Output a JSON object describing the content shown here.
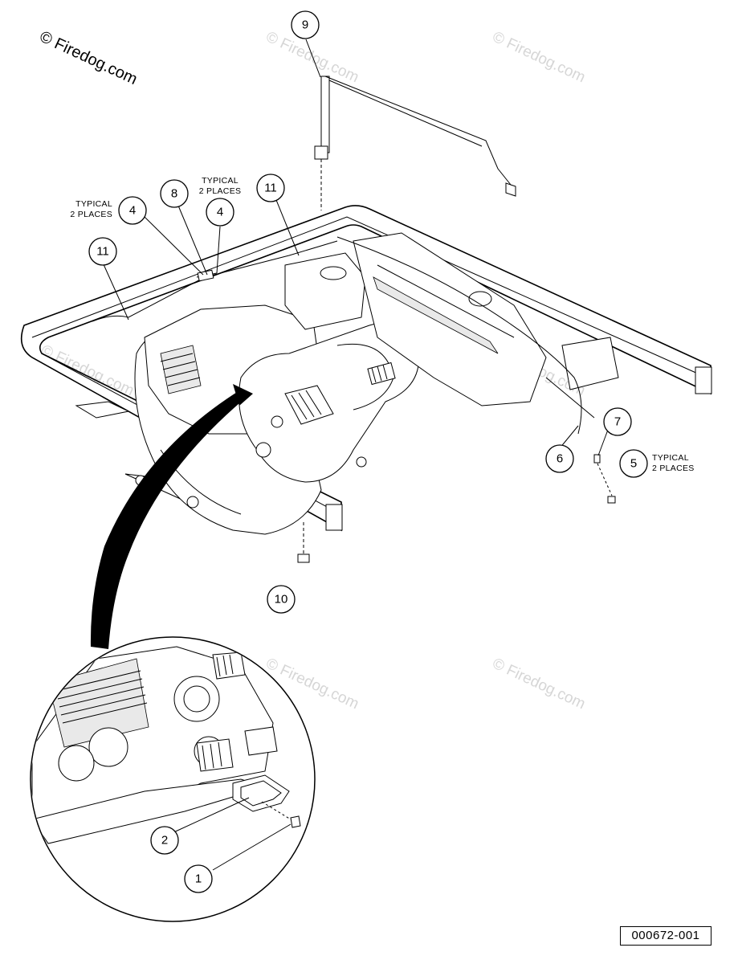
{
  "watermark": {
    "main": "© Firedog.com",
    "faint": "© Firedog.com"
  },
  "callouts": {
    "c1": "1",
    "c2": "2",
    "c4a": "4",
    "c4b": "4",
    "c5": "5",
    "c6": "6",
    "c7": "7",
    "c8": "8",
    "c9": "9",
    "c10": "10",
    "c11a": "11",
    "c11b": "11"
  },
  "notes": {
    "typical_left_line1": "TYPICAL",
    "typical_left_line2": "2 PLACES",
    "typical_center_line1": "TYPICAL",
    "typical_center_line2": "2 PLACES",
    "typical_right_line1": "TYPICAL",
    "typical_right_line2": "2 PLACES"
  },
  "reference_number": "000672-001"
}
